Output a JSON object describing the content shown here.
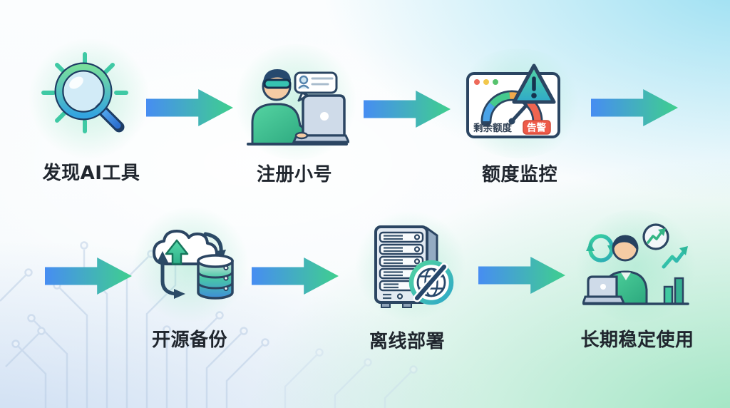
{
  "flow": {
    "steps": [
      {
        "id": "discover",
        "label": "发现AI工具",
        "icon": "magnifier-discover-icon"
      },
      {
        "id": "register",
        "label": "注册小号",
        "icon": "register-alt-account-icon"
      },
      {
        "id": "monitor",
        "label": "额度监控",
        "icon": "quota-monitor-icon",
        "monitor": {
          "remaining_label": "剩余额度",
          "alert_label": "告警"
        }
      },
      {
        "id": "backup",
        "label": "开源备份",
        "icon": "open-source-backup-icon"
      },
      {
        "id": "offline",
        "label": "离线部署",
        "icon": "offline-deploy-icon"
      },
      {
        "id": "longterm",
        "label": "长期稳定使用",
        "icon": "long-term-stable-use-icon"
      }
    ],
    "colors": {
      "arrow_gradient_start": "#478df2",
      "arrow_gradient_end": "#3fcf8e",
      "label_text": "#20262e",
      "alert_badge": "#ee5a49",
      "gauge_segments": [
        "#4aa3e8",
        "#45c98e",
        "#f2a94c",
        "#ee6551"
      ]
    }
  }
}
